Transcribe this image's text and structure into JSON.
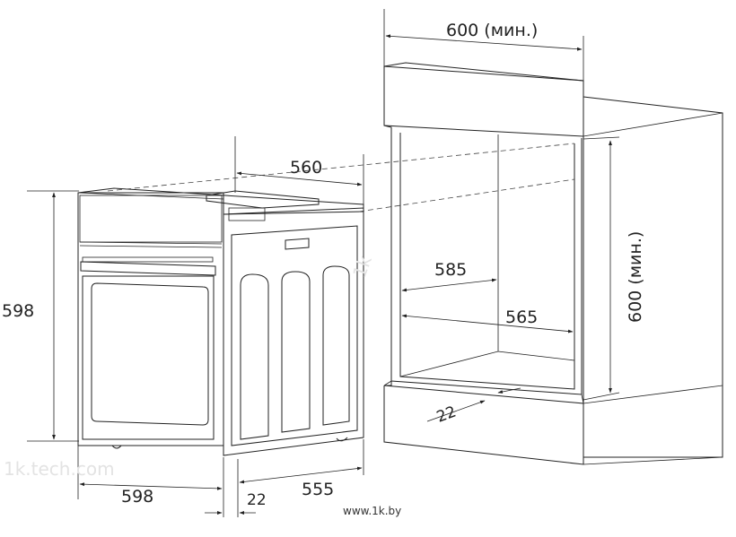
{
  "dimensions": {
    "oven_height": "598",
    "oven_width": "598",
    "oven_depth_top": "560",
    "oven_depth_bottom": "555",
    "front_panel_thickness": "22",
    "cabinet_width_min": "600 (мин.)",
    "cabinet_height_min": "600 (мин.)",
    "niche_inner_width": "585",
    "niche_depth": "565",
    "plinth_gap": "22"
  },
  "watermarks": {
    "site": "www.1k.by",
    "left_ghost": "1k.tech.com",
    "center_ghost": "1k"
  }
}
